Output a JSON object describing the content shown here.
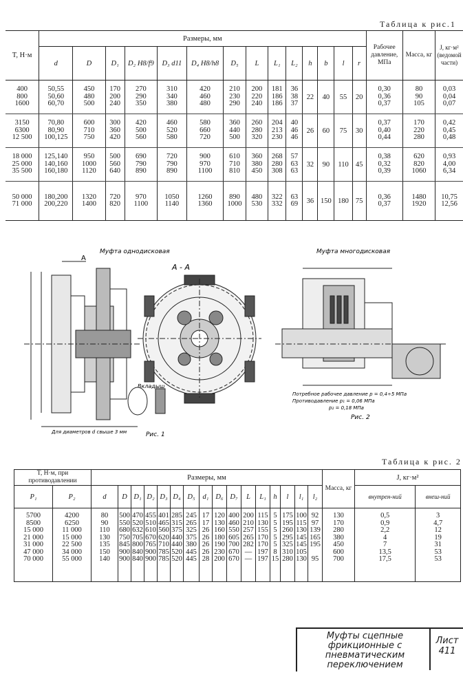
{
  "table1": {
    "title": "Таблица к рис.1",
    "col_T": "T, Н·м",
    "dims_header": "Размеры, мм",
    "pressure_header": "Рабочее давление, МПа",
    "mass_header": "Масса, кг",
    "inertia_header": "J, кг·м² (ведомой части)",
    "cols": [
      "d",
      "D",
      "D₁",
      "D₂ H8/f9",
      "D₃ d11",
      "D₄ H8/h8",
      "D₅",
      "L",
      "L₁",
      "L₂",
      "h",
      "b",
      "l",
      "r"
    ],
    "groups": [
      {
        "T": [
          "400",
          "800",
          "1600"
        ],
        "d": [
          "50,55",
          "50,60",
          "60,70"
        ],
        "D": [
          "450",
          "480",
          "500"
        ],
        "D1": [
          "170",
          "200",
          "240"
        ],
        "D2": [
          "270",
          "290",
          "350"
        ],
        "D3": [
          "310",
          "340",
          "380"
        ],
        "D4": [
          "420",
          "460",
          "480"
        ],
        "D5": [
          "210",
          "230",
          "290"
        ],
        "L": [
          "200",
          "220",
          "240"
        ],
        "L1": [
          "181",
          "186",
          "186"
        ],
        "L2": [
          "36",
          "38",
          "37"
        ],
        "h": "22",
        "b": "40",
        "l": "55",
        "r": "20",
        "p": [
          "0,30",
          "0,36",
          "0,37"
        ],
        "m": [
          "80",
          "90",
          "105"
        ],
        "J": [
          "0,03",
          "0,04",
          "0,07"
        ]
      },
      {
        "T": [
          "3150",
          "6300",
          "12 500"
        ],
        "d": [
          "70,80",
          "80,90",
          "100,125"
        ],
        "D": [
          "600",
          "710",
          "750"
        ],
        "D1": [
          "300",
          "360",
          "420"
        ],
        "D2": [
          "420",
          "500",
          "560"
        ],
        "D3": [
          "460",
          "520",
          "580"
        ],
        "D4": [
          "580",
          "660",
          "720"
        ],
        "D5": [
          "360",
          "440",
          "500"
        ],
        "L": [
          "260",
          "280",
          "320"
        ],
        "L1": [
          "204",
          "213",
          "230"
        ],
        "L2": [
          "40",
          "46",
          "46"
        ],
        "h": "26",
        "b": "60",
        "l": "75",
        "r": "30",
        "p": [
          "0,37",
          "0,40",
          "0,44"
        ],
        "m": [
          "170",
          "220",
          "280"
        ],
        "J": [
          "0,42",
          "0,45",
          "0,48"
        ]
      },
      {
        "T": [
          "18 000",
          "25 000",
          "35 500"
        ],
        "d": [
          "125,140",
          "140,160",
          "160,180"
        ],
        "D": [
          "950",
          "1000",
          "1120"
        ],
        "D1": [
          "500",
          "560",
          "640"
        ],
        "D2": [
          "690",
          "790",
          "890"
        ],
        "D3": [
          "720",
          "790",
          "890"
        ],
        "D4": [
          "900",
          "970",
          "1100"
        ],
        "D5": [
          "610",
          "710",
          "810"
        ],
        "L": [
          "360",
          "380",
          "450"
        ],
        "L1": [
          "268",
          "280",
          "308"
        ],
        "L2": [
          "57",
          "63",
          "63"
        ],
        "h": "32",
        "b": "90",
        "l": "110",
        "r": "45",
        "p": [
          "0,38",
          "0,32",
          "0,39"
        ],
        "m": [
          "620",
          "820",
          "1060"
        ],
        "J": [
          "0,93",
          "4,00",
          "6,34"
        ]
      },
      {
        "T": [
          "50 000",
          "71 000"
        ],
        "d": [
          "180,200",
          "200,220"
        ],
        "D": [
          "1320",
          "1400"
        ],
        "D1": [
          "720",
          "820"
        ],
        "D2": [
          "970",
          "1100"
        ],
        "D3": [
          "1050",
          "1140"
        ],
        "D4": [
          "1260",
          "1360"
        ],
        "D5": [
          "890",
          "1000"
        ],
        "L": [
          "480",
          "530"
        ],
        "L1": [
          "322",
          "332"
        ],
        "L2": [
          "63",
          "69"
        ],
        "h": "36",
        "b": "150",
        "l": "180",
        "r": "75",
        "p": [
          "0,36",
          "0,37"
        ],
        "m": [
          "1480",
          "1920"
        ],
        "J": [
          "10,75",
          "12,56"
        ]
      }
    ]
  },
  "drawings": {
    "fig1_caption": "Муфта однодисковая",
    "section_label": "А - А",
    "fig2_caption": "Муфта многодисковая",
    "label_A": "А",
    "insert_label": "Вкладыш",
    "fig1_note": "Для диаметров d свыше 3 мм",
    "fig1_name": "Рис. 1",
    "pressure_note_1": "Потребное рабочее давление p = 0,4÷5 МПа",
    "pressure_note_2": "Противодавление p₁ = 0,06 МПа",
    "pressure_note_3": "p₂ = 0,18 МПа",
    "fig2_name": "Рис. 2"
  },
  "table2": {
    "title": "Таблица к рис. 2",
    "col_T": "T, Н·м, при противодавлении",
    "dims_header": "Размеры, мм",
    "mass_header": "Масса, кг",
    "inertia_header": "J, кг·м²",
    "inertia_inner": "внутрен-ний",
    "inertia_outer": "внеш-ний",
    "cols": [
      "P₁",
      "P₂",
      "d",
      "D",
      "D₁",
      "D₂",
      "D₃",
      "D₄",
      "D₅",
      "d₁",
      "D₆",
      "D₇",
      "L",
      "L₁",
      "h",
      "l",
      "l₁",
      "l₂"
    ],
    "rows": [
      [
        "5700",
        "4200",
        "80",
        "500",
        "470",
        "455",
        "401",
        "285",
        "245",
        "17",
        "120",
        "400",
        "200",
        "115",
        "5",
        "175",
        "100",
        "92",
        "130",
        "0,5",
        "3"
      ],
      [
        "8500",
        "6250",
        "90",
        "550",
        "520",
        "510",
        "465",
        "315",
        "265",
        "17",
        "130",
        "460",
        "210",
        "130",
        "5",
        "195",
        "115",
        "97",
        "170",
        "0,9",
        "4,7"
      ],
      [
        "15 000",
        "11 000",
        "110",
        "680",
        "632",
        "610",
        "560",
        "375",
        "325",
        "26",
        "160",
        "550",
        "257",
        "155",
        "5",
        "260",
        "130",
        "139",
        "280",
        "2,2",
        "12"
      ],
      [
        "21 000",
        "15 000",
        "130",
        "750",
        "705",
        "670",
        "620",
        "440",
        "375",
        "26",
        "180",
        "605",
        "265",
        "170",
        "5",
        "295",
        "145",
        "165",
        "380",
        "4",
        "19"
      ],
      [
        "31 000",
        "22 500",
        "135",
        "845",
        "800",
        "765",
        "710",
        "440",
        "380",
        "26",
        "190",
        "700",
        "282",
        "170",
        "5",
        "325",
        "145",
        "195",
        "450",
        "7",
        "31"
      ],
      [
        "47 000",
        "34 000",
        "150",
        "900",
        "840",
        "900",
        "785",
        "520",
        "445",
        "26",
        "230",
        "670",
        "—",
        "197",
        "8",
        "310",
        "105",
        "",
        "600",
        "13,5",
        "53"
      ],
      [
        "70 000",
        "55 000",
        "140",
        "900",
        "840",
        "900",
        "785",
        "520",
        "445",
        "28",
        "200",
        "670",
        "—",
        "197",
        "15",
        "280",
        "130",
        "95",
        "700",
        "17,5",
        "53"
      ]
    ]
  },
  "titleblock": {
    "title": "Муфты сцепные фрикционные с пневматическим переключением",
    "sheet_label": "Лист",
    "sheet_number": "411"
  }
}
